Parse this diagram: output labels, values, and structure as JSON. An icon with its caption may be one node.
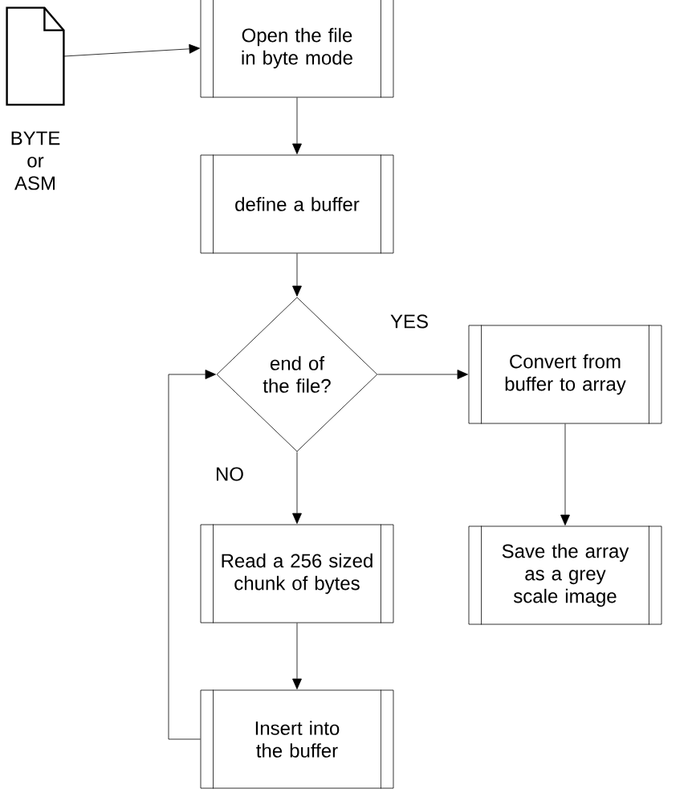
{
  "diagram": {
    "nodes": [
      {
        "text": [],
        "shape": "document",
        "beside": [
          "BYTE or ASM"
        ]
      },
      {
        "text": [
          "Open the file in byte mode"
        ]
      },
      {
        "text": [
          "define a buffer"
        ]
      },
      {
        "text": [
          "end of the file?"
        ]
      },
      {
        "text": [
          "Convert from buffer to array"
        ]
      },
      {
        "text": [
          "Save the array as a grey scale image"
        ]
      },
      {
        "text": [
          "Read a 256 sized chunk of bytes"
        ]
      },
      {
        "text": [
          "Insert into the buffer"
        ]
      }
    ],
    "edges": [
      {
        "from": 0,
        "to": 1,
        "arrow": "to"
      },
      {
        "from": 1,
        "to": 2,
        "arrow": "to"
      },
      {
        "from": 2,
        "to": 3,
        "arrow": "to"
      },
      {
        "from": 3,
        "to": 4,
        "arrow": "to",
        "label": "YES"
      },
      {
        "from": 3,
        "to": 6,
        "arrow": "to",
        "label": "NO"
      },
      {
        "from": 4,
        "to": 5,
        "arrow": "to"
      },
      {
        "from": 6,
        "to": 7,
        "arrow": "to"
      },
      {
        "from": 7,
        "to": 3,
        "arrow": "to"
      }
    ]
  }
}
